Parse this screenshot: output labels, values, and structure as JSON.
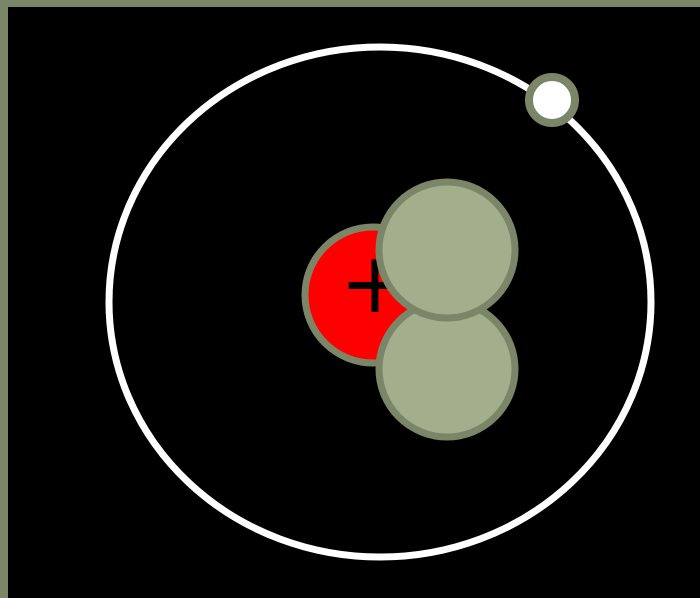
{
  "diagram": {
    "proton_symbol": "+",
    "colors": {
      "background": "#000000",
      "frame": "#7b8669",
      "orbit": "#ffffff",
      "electron_fill": "#ffffff",
      "electron_stroke": "#7b8669",
      "proton_fill": "#ff0000",
      "proton_stroke": "#7b8669",
      "neutron_fill": "#a3ae8c",
      "neutron_stroke": "#7b8669",
      "symbol": "#000000"
    },
    "particles": {
      "electrons": 1,
      "protons": 1,
      "neutrons": 2
    }
  }
}
